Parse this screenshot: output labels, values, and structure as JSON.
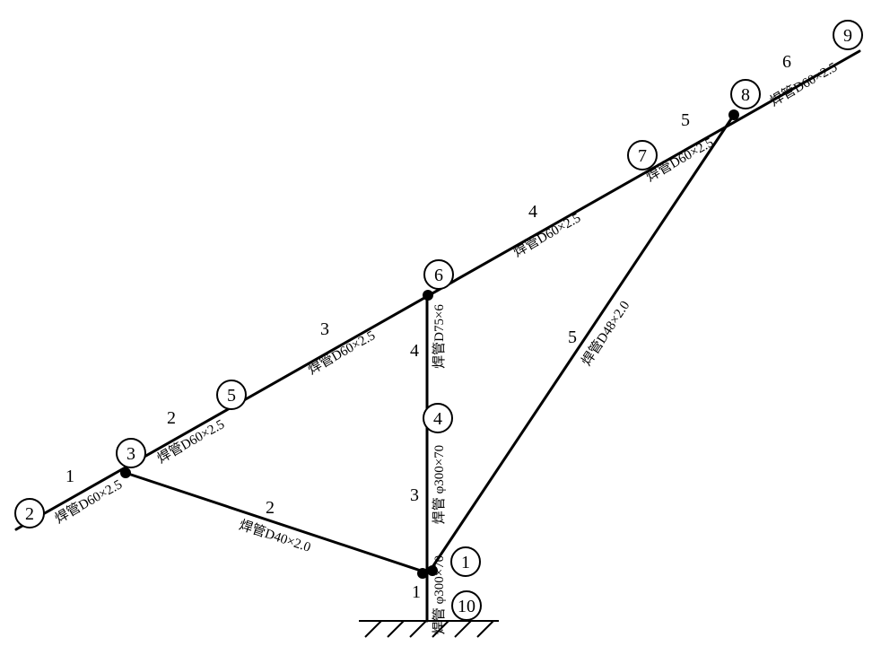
{
  "nodes": {
    "n1": "1",
    "n2": "2",
    "n3": "3",
    "n4": "4",
    "n5": "5",
    "n6": "6",
    "n7": "7",
    "n8": "8",
    "n9": "9",
    "n10": "10"
  },
  "members": {
    "top_1": {
      "num": "1",
      "spec": "焊管D60×2.5"
    },
    "top_2": {
      "num": "2",
      "spec": "焊管D60×2.5"
    },
    "top_3": {
      "num": "3",
      "spec": "焊管D60×2.5"
    },
    "top_4": {
      "num": "4",
      "spec": "焊管D60×2.5"
    },
    "top_5": {
      "num": "5",
      "spec": "焊管D60×2.5"
    },
    "top_6": {
      "num": "6",
      "spec": "焊管D60×2.5"
    },
    "lower_brace": {
      "num": "2",
      "spec": "焊管D40×2.0"
    },
    "diag_brace": {
      "num": "5",
      "spec": "焊管D48×2.0"
    },
    "post_upper": {
      "num": "4",
      "spec": "焊管D75×6"
    },
    "post_mid": {
      "num": "3",
      "spec": "焊管 φ300×70"
    },
    "post_low": {
      "num": "1",
      "spec": "焊管 φ300×70"
    }
  }
}
